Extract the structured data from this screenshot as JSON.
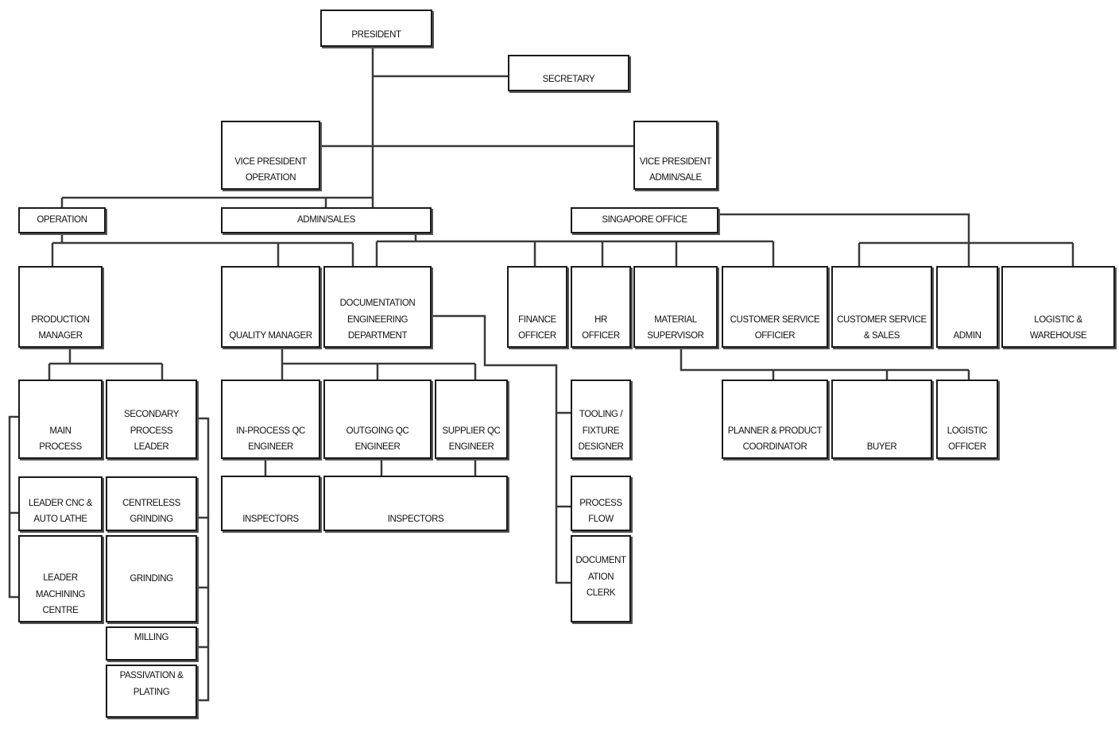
{
  "nodes": {
    "president": "PRESIDENT",
    "secretary": "SECRETARY",
    "vp_operation": "VICE PRESIDENT\nOPERATION",
    "vp_admin_sale": "VICE PRESIDENT\nADMIN/SALE",
    "operation": "OPERATION",
    "admin_sales": "ADMIN/SALES",
    "singapore_office": "SINGAPORE OFFICE",
    "production_manager": "PRODUCTION\nMANAGER",
    "quality_manager": "QUALITY MANAGER",
    "documentation_engineering": "DOCUMENTATION\nENGINEERING\nDEPARTMENT",
    "finance_officer": "FINANCE\nOFFICER",
    "hr_officer": "HR\nOFFICER",
    "material_supervisor": "MATERIAL\nSUPERVISOR",
    "customer_service_officier": "CUSTOMER SERVICE\nOFFICIER",
    "customer_service_sales": "CUSTOMER SERVICE\n& SALES",
    "admin": "ADMIN",
    "logistic_warehouse": "LOGISTIC &\nWAREHOUSE",
    "main_process": "MAIN\nPROCESS",
    "secondary_process_leader": "SECONDARY\nPROCESS\nLEADER",
    "leader_cnc_auto_lathe": "LEADER CNC &\nAUTO LATHE",
    "centreless_grinding": "CENTRELESS\nGRINDING",
    "leader_machining_centre": "LEADER\nMACHINING\nCENTRE",
    "grinding": "GRINDING",
    "milling": "MILLING",
    "passivation_plating": "PASSIVATION &\nPLATING",
    "in_process_qc_engineer": "IN-PROCESS QC\nENGINEER",
    "outgoing_qc_engineer": "OUTGOING QC\nENGINEER",
    "supplier_qc_engineer": "SUPPLIER QC\nENGINEER",
    "inspectors_1": "INSPECTORS",
    "inspectors_2": "INSPECTORS",
    "tooling_fixture_designer": "TOOLING /\nFIXTURE\nDESIGNER",
    "process_flow": "PROCESS\nFLOW",
    "documentation_clerk": "DOCUMENT\nATION\nCLERK",
    "planner_product_coordinator": "PLANNER & PRODUCT\nCOORDINATOR",
    "buyer": "BUYER",
    "logistic_officer": "LOGISTIC\nOFFICER"
  },
  "colors": {
    "line": "#3a3a3a",
    "border": "#1a1a1a",
    "shadow": "#555555"
  }
}
